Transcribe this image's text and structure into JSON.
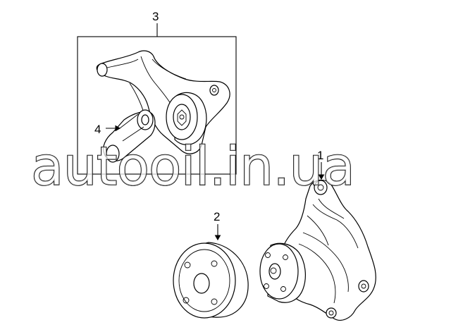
{
  "diagram": {
    "callouts": {
      "c1": "1",
      "c2": "2",
      "c3": "3",
      "c4": "4"
    },
    "watermark": "autooil.in.ua"
  }
}
